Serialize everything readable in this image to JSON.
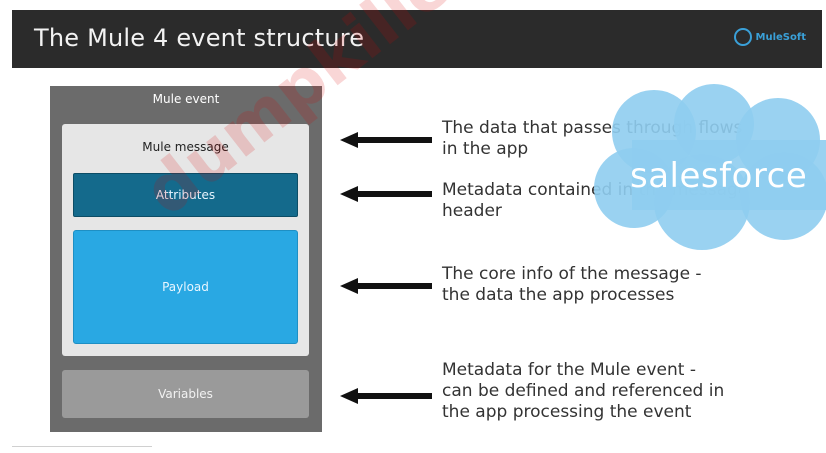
{
  "header": {
    "title": "The Mule 4 event structure",
    "brand": "MuleSoft"
  },
  "diagram": {
    "event_label": "Mule event",
    "message_label": "Mule message",
    "attributes_label": "Attributes",
    "payload_label": "Payload",
    "variables_label": "Variables"
  },
  "descriptions": {
    "message": [
      "The data that passes through flows",
      "in the app"
    ],
    "attributes": [
      "Metadata contained in the message",
      "header"
    ],
    "payload": [
      "The core info of the message -",
      "the data the app processes"
    ],
    "variables": [
      "Metadata for the Mule event -",
      "can be defined and referenced in",
      "the app processing the event"
    ]
  },
  "overlay": {
    "cloud_text": "salesforce",
    "watermark": "dumpkiller.com"
  },
  "colors": {
    "header_bg": "#2b2b2b",
    "event_bg": "#6b6b6b",
    "attributes_bg": "#146a8c",
    "payload_bg": "#29a8e3",
    "variables_bg": "#9a9a9a",
    "cloud": "#8fcdf0",
    "watermark": "#dc0000"
  }
}
